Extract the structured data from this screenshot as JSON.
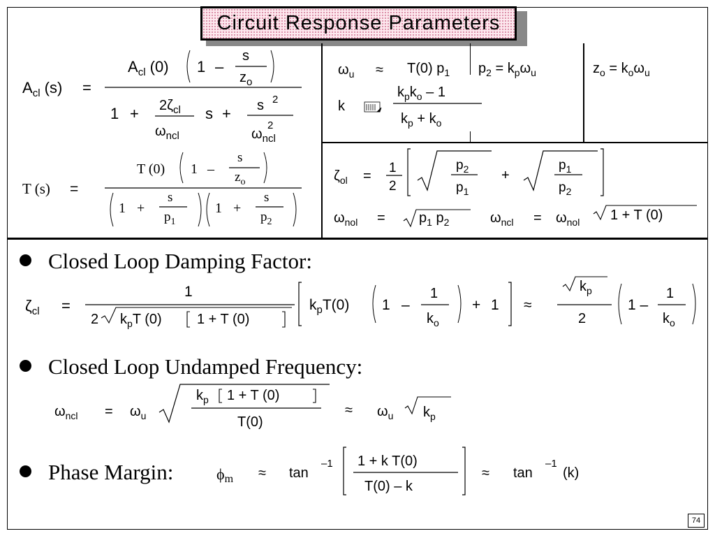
{
  "title": "Circuit Response Parameters",
  "page_number": "74",
  "bullets": {
    "damping": "Closed Loop Damping Factor:",
    "undamped": "Closed Loop Undamped Frequency:",
    "phase_margin": "Phase Margin:"
  }
}
